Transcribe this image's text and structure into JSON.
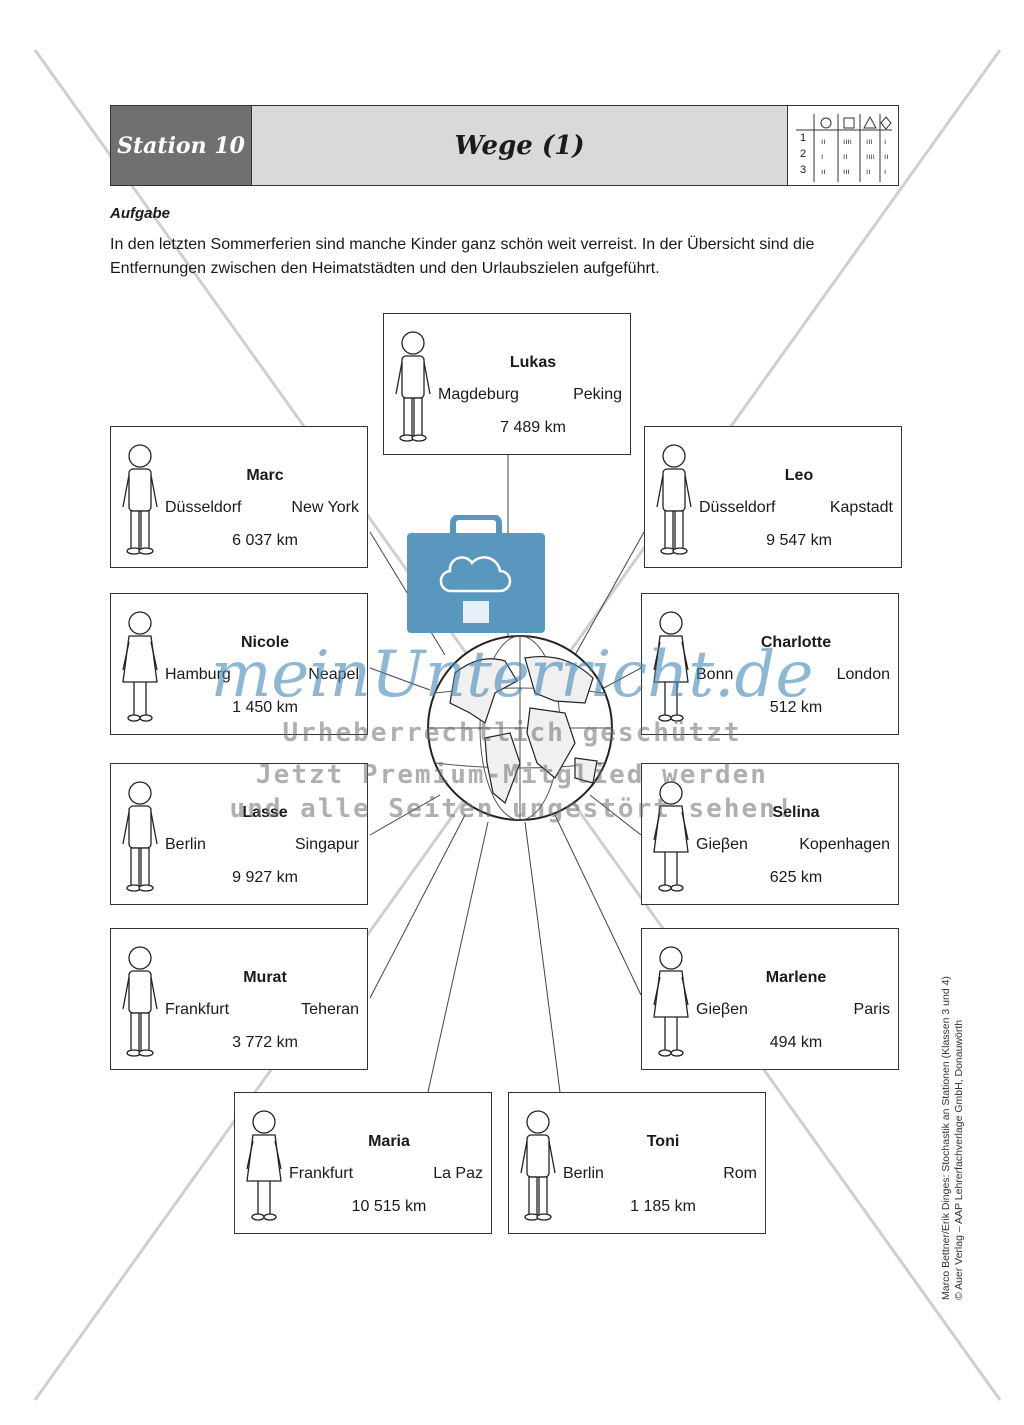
{
  "header": {
    "station": "Station 10",
    "title": "Wege (1)",
    "grid_rows": [
      "1",
      "2",
      "3"
    ]
  },
  "task": {
    "heading": "Aufgabe",
    "text": "In den letzten Sommerferien sind manche Kinder ganz schön weit verreist. In der Übersicht sind die Entfernungen zwischen den Heimatstädten und den Urlaubszielen aufgeführt."
  },
  "cards": [
    {
      "name": "Lukas",
      "from": "Magdeburg",
      "to": "Peking",
      "distance": "7 489 km"
    },
    {
      "name": "Marc",
      "from": "Düsseldorf",
      "to": "New York",
      "distance": "6 037 km"
    },
    {
      "name": "Leo",
      "from": "Düsseldorf",
      "to": "Kapstadt",
      "distance": "9 547 km"
    },
    {
      "name": "Nicole",
      "from": "Hamburg",
      "to": "Neapel",
      "distance": "1 450 km"
    },
    {
      "name": "Charlotte",
      "from": "Bonn",
      "to": "London",
      "distance": "512 km"
    },
    {
      "name": "Lasse",
      "from": "Berlin",
      "to": "Singapur",
      "distance": "9 927 km"
    },
    {
      "name": "Selina",
      "from": "Gieβen",
      "to": "Kopenhagen",
      "distance": "625 km"
    },
    {
      "name": "Murat",
      "from": "Frankfurt",
      "to": "Teheran",
      "distance": "3 772 km"
    },
    {
      "name": "Marlene",
      "from": "Gieβen",
      "to": "Paris",
      "distance": "494 km"
    },
    {
      "name": "Maria",
      "from": "Frankfurt",
      "to": "La Paz",
      "distance": "10 515 km"
    },
    {
      "name": "Toni",
      "from": "Berlin",
      "to": "Rom",
      "distance": "1 185 km"
    }
  ],
  "watermark": {
    "logo": "meinUnterricht.de",
    "line1": "Urheberrechtlich geschützt",
    "line2": "Jetzt Premium-Mitglied werden",
    "line3": "und alle Seiten ungestört sehen!"
  },
  "side_credit": {
    "line1": "Marco Bettner/Erik Dinges: Stochastik an Stationen (Klassen 3 und 4)",
    "line2": "© Auer Verlag – AAP Lehrerfachverlage GmbH, Donauwörth"
  }
}
